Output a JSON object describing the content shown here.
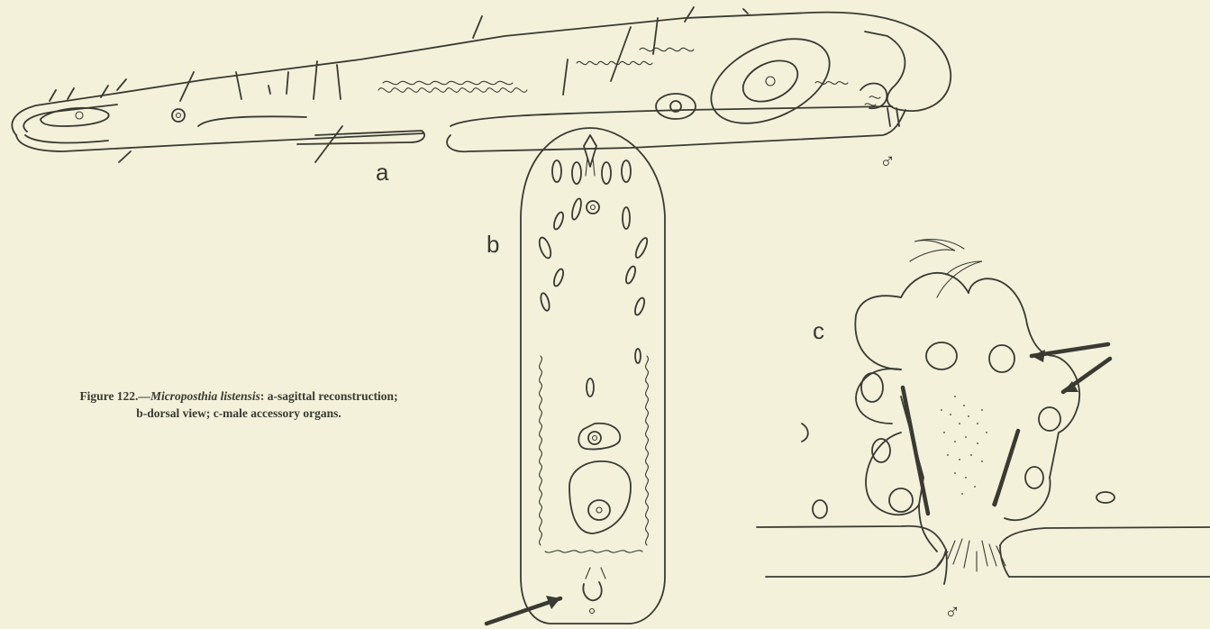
{
  "figure": {
    "caption": {
      "prefix": "Figure 122.—",
      "species": "Microposthia listensis",
      "rest_line1": ": a-sagittal reconstruction;",
      "line2": "b-dorsal view; c-male accessory organs."
    },
    "panels": [
      {
        "id": "a",
        "label": "a"
      },
      {
        "id": "b",
        "label": "b"
      },
      {
        "id": "c",
        "label": "c"
      }
    ],
    "symbols": {
      "male": "♂"
    }
  }
}
